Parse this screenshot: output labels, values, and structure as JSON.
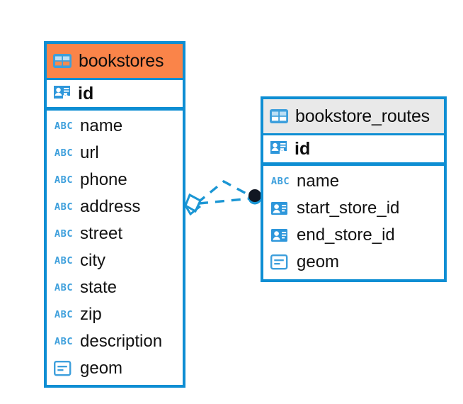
{
  "diagram": {
    "title": "Entity relationship diagram",
    "background": "#ffffff",
    "accent_color": "#0e8ed3",
    "highlight_color": "#fa8449",
    "header_plain_color": "#e9e9e9",
    "icon_color": "#3d9fdc",
    "link_color": "#1b96d4",
    "endpoint_color": "#111722"
  },
  "tables": [
    {
      "name": "bookstores",
      "header_style": "accent",
      "table_icon": "table-icon",
      "primary_key": {
        "label": "id",
        "icon": "primary-key-icon"
      },
      "fields": [
        {
          "label": "name",
          "icon": "abc-text-icon",
          "icon_text": "ABC"
        },
        {
          "label": "url",
          "icon": "abc-text-icon",
          "icon_text": "ABC"
        },
        {
          "label": "phone",
          "icon": "abc-text-icon",
          "icon_text": "ABC"
        },
        {
          "label": "address",
          "icon": "abc-text-icon",
          "icon_text": "ABC"
        },
        {
          "label": "street",
          "icon": "abc-text-icon",
          "icon_text": "ABC"
        },
        {
          "label": "city",
          "icon": "abc-text-icon",
          "icon_text": "ABC"
        },
        {
          "label": "state",
          "icon": "abc-text-icon",
          "icon_text": "ABC"
        },
        {
          "label": "zip",
          "icon": "abc-text-icon",
          "icon_text": "ABC"
        },
        {
          "label": "description",
          "icon": "abc-text-icon",
          "icon_text": "ABC"
        },
        {
          "label": "geom",
          "icon": "geometry-icon",
          "icon_text": ""
        }
      ]
    },
    {
      "name": "bookstore_routes",
      "header_style": "plain",
      "table_icon": "table-icon",
      "primary_key": {
        "label": "id",
        "icon": "primary-key-icon"
      },
      "fields": [
        {
          "label": "name",
          "icon": "abc-text-icon",
          "icon_text": "ABC"
        },
        {
          "label": "start_store_id",
          "icon": "foreign-key-icon",
          "icon_text": ""
        },
        {
          "label": "end_store_id",
          "icon": "foreign-key-icon",
          "icon_text": ""
        },
        {
          "label": "geom",
          "icon": "geometry-icon",
          "icon_text": ""
        }
      ]
    }
  ],
  "relationships": [
    {
      "from": "bookstores.id",
      "to": "bookstore_routes.start_store_id",
      "style": "dashed",
      "shape": "arched"
    },
    {
      "from": "bookstores.id",
      "to": "bookstore_routes.end_store_id",
      "style": "dashed",
      "shape": "straight"
    }
  ]
}
